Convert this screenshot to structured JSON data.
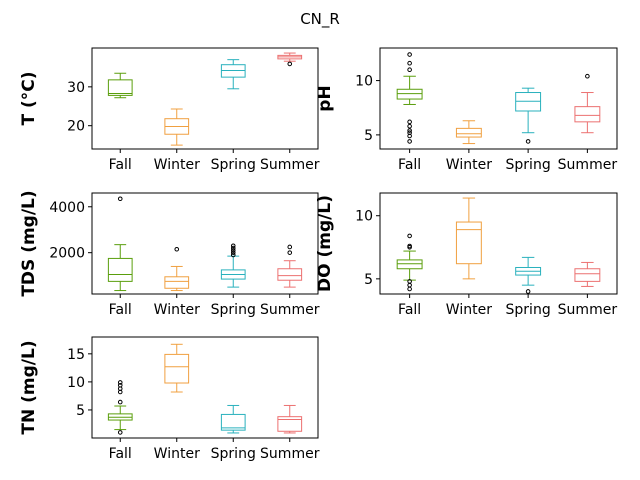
{
  "title": "CN_R",
  "season_colors": {
    "Fall": "#5a9e0c",
    "Winter": "#f0a040",
    "Spring": "#29b1bd",
    "Summer": "#ec7070"
  },
  "chart_data": [
    {
      "type": "box",
      "id": "T",
      "ylabel": "T  (°C)",
      "categories": [
        "Fall",
        "Winter",
        "Spring",
        "Summer"
      ],
      "ylim": [
        14,
        40
      ],
      "yticks": [
        20,
        30
      ],
      "boxes": [
        {
          "whislo": 27.2,
          "q1": 27.8,
          "med": 28.3,
          "q3": 31.8,
          "whishi": 33.5,
          "fliers": []
        },
        {
          "whislo": 15.0,
          "q1": 17.8,
          "med": 19.8,
          "q3": 21.8,
          "whishi": 24.3,
          "fliers": []
        },
        {
          "whislo": 29.5,
          "q1": 32.5,
          "med": 34.2,
          "q3": 35.7,
          "whishi": 37.0,
          "fliers": []
        },
        {
          "whislo": 36.6,
          "q1": 37.2,
          "med": 37.7,
          "q3": 38.1,
          "whishi": 38.7,
          "fliers": [
            35.9
          ]
        }
      ]
    },
    {
      "type": "box",
      "id": "pH",
      "ylabel": "pH",
      "categories": [
        "Fall",
        "Winter",
        "Spring",
        "Summer"
      ],
      "ylim": [
        3.7,
        13.0
      ],
      "yticks": [
        5,
        10
      ],
      "boxes": [
        {
          "whislo": 7.8,
          "q1": 8.3,
          "med": 8.8,
          "q3": 9.2,
          "whishi": 10.4,
          "fliers": [
            4.4,
            4.9,
            5.2,
            5.4,
            5.8,
            6.2,
            11.0,
            11.6,
            12.4
          ]
        },
        {
          "whislo": 4.2,
          "q1": 4.8,
          "med": 5.1,
          "q3": 5.6,
          "whishi": 6.3,
          "fliers": []
        },
        {
          "whislo": 5.2,
          "q1": 7.2,
          "med": 8.1,
          "q3": 8.9,
          "whishi": 9.3,
          "fliers": [
            4.4
          ]
        },
        {
          "whislo": 5.2,
          "q1": 6.2,
          "med": 6.8,
          "q3": 7.6,
          "whishi": 8.9,
          "fliers": [
            10.4
          ]
        }
      ]
    },
    {
      "type": "box",
      "id": "TDS",
      "ylabel": "TDS (mg/L)",
      "categories": [
        "Fall",
        "Winter",
        "Spring",
        "Summer"
      ],
      "ylim": [
        200,
        4600
      ],
      "yticks": [
        2000,
        4000
      ],
      "boxes": [
        {
          "whislo": 350,
          "q1": 750,
          "med": 1050,
          "q3": 1750,
          "whishi": 2350,
          "fliers": [
            4350
          ]
        },
        {
          "whislo": 350,
          "q1": 450,
          "med": 750,
          "q3": 950,
          "whishi": 1400,
          "fliers": [
            2150
          ]
        },
        {
          "whislo": 500,
          "q1": 850,
          "med": 1050,
          "q3": 1250,
          "whishi": 1850,
          "fliers": [
            1900,
            2000,
            2100,
            2200,
            2300
          ]
        },
        {
          "whislo": 500,
          "q1": 800,
          "med": 1000,
          "q3": 1300,
          "whishi": 1650,
          "fliers": [
            2000,
            2250
          ]
        }
      ]
    },
    {
      "type": "box",
      "id": "DO",
      "ylabel": "DO (mg/L)",
      "categories": [
        "Fall",
        "Winter",
        "Spring",
        "Summer"
      ],
      "ylim": [
        3.8,
        11.8
      ],
      "yticks": [
        5,
        10
      ],
      "boxes": [
        {
          "whislo": 4.9,
          "q1": 5.8,
          "med": 6.2,
          "q3": 6.5,
          "whishi": 7.2,
          "fliers": [
            4.2,
            4.5,
            4.8,
            7.5,
            7.6,
            8.4
          ]
        },
        {
          "whislo": 5.0,
          "q1": 6.2,
          "med": 8.9,
          "q3": 9.5,
          "whishi": 11.4,
          "fliers": []
        },
        {
          "whislo": 4.5,
          "q1": 5.3,
          "med": 5.6,
          "q3": 5.9,
          "whishi": 6.7,
          "fliers": [
            4.0
          ]
        },
        {
          "whislo": 4.4,
          "q1": 4.8,
          "med": 5.4,
          "q3": 5.8,
          "whishi": 6.3,
          "fliers": []
        }
      ]
    },
    {
      "type": "box",
      "id": "TN",
      "ylabel": "TN (mg/L)",
      "categories": [
        "Fall",
        "Winter",
        "Spring",
        "Summer"
      ],
      "ylim": [
        0,
        18
      ],
      "yticks": [
        5,
        10,
        15
      ],
      "boxes": [
        {
          "whislo": 1.5,
          "q1": 3.2,
          "med": 3.7,
          "q3": 4.3,
          "whishi": 5.7,
          "fliers": [
            1.0,
            6.4,
            8.2,
            8.8,
            9.4,
            9.9
          ]
        },
        {
          "whislo": 8.2,
          "q1": 9.8,
          "med": 12.7,
          "q3": 14.9,
          "whishi": 16.7,
          "fliers": []
        },
        {
          "whislo": 0.9,
          "q1": 1.4,
          "med": 1.8,
          "q3": 4.2,
          "whishi": 5.8,
          "fliers": []
        },
        {
          "whislo": 0.9,
          "q1": 1.2,
          "med": 3.3,
          "q3": 3.8,
          "whishi": 5.8,
          "fliers": []
        }
      ]
    }
  ]
}
